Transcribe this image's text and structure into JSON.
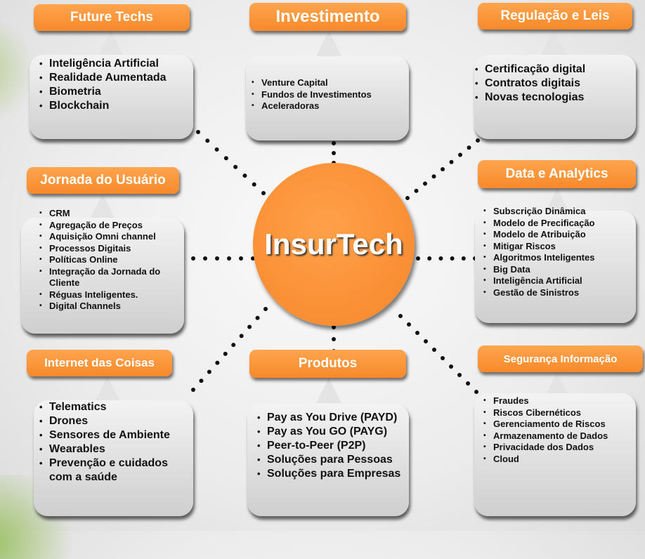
{
  "center": {
    "label": "InsurTech"
  },
  "colors": {
    "accent": "#f7892a",
    "box": "#d9d9d9"
  },
  "nodes": {
    "future_techs": {
      "title": "Future Techs",
      "items": [
        "Inteligência Artificial",
        "Realidade Aumentada",
        "Biometria",
        "Blockchain"
      ]
    },
    "investimento": {
      "title": "Investimento",
      "items": [
        "Venture Capital",
        "Fundos de Investimentos",
        "Aceleradoras"
      ]
    },
    "regulacao": {
      "title": "Regulação e Leis",
      "items": [
        "Certificação digital",
        "Contratos digitais",
        "Novas tecnologias"
      ]
    },
    "jornada": {
      "title": "Jornada do Usuário",
      "items": [
        "CRM",
        "Agregação de Preços",
        "Aquisição Omni channel",
        "Processos Digitais",
        "Políticas Online",
        "Integração da Jornada do Cliente",
        "Réguas Inteligentes.",
        "Digital Channels"
      ]
    },
    "data_analytics": {
      "title": "Data e Analytics",
      "items": [
        "Subscrição Dinâmica",
        "Modelo de Precificação",
        "Modelo de Atribuição",
        "Mitigar Riscos",
        "Algoritmos Inteligentes",
        "Big Data",
        "Inteligência Artificial",
        "Gestão de Sinistros"
      ]
    },
    "iot": {
      "title": "Internet das Coisas",
      "items": [
        "Telematics",
        "Drones",
        "Sensores de Ambiente",
        "Wearables",
        "Prevenção e cuidados com a saúde"
      ]
    },
    "produtos": {
      "title": "Produtos",
      "items": [
        "Pay as You Drive (PAYD)",
        "Pay as You GO (PAYG)",
        "Peer-to-Peer (P2P)",
        "Soluções para Pessoas",
        "Soluções para Empresas"
      ]
    },
    "seguranca": {
      "title": "Segurança Informação",
      "items": [
        "Fraudes",
        "Riscos Cibernéticos",
        "Gerenciamento de Riscos",
        "Armazenamento de Dados",
        "Privacidade dos Dados",
        "Cloud"
      ]
    }
  }
}
